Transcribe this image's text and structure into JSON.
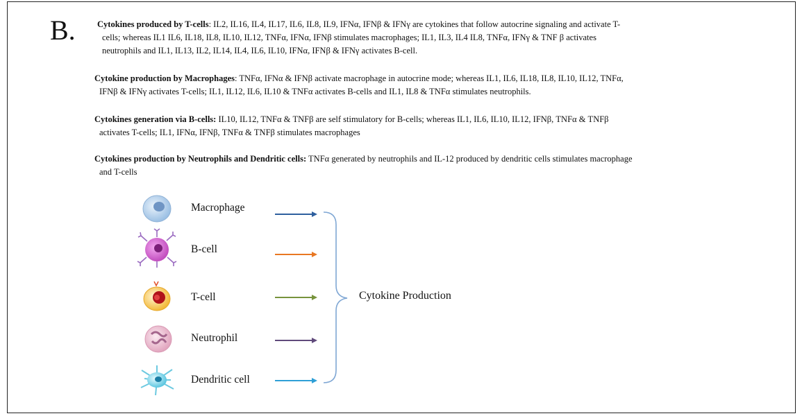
{
  "panel_letter": "B.",
  "sections": [
    {
      "heading": "Cytokines produced  by T-cells",
      "line1": ": IL2, IL16, IL4, IL17, IL6, IL8, IL9, IFNα, IFNβ &  IFNγ are cytokines that follow autocrine signaling and activate T-",
      "line2": "cells; whereas IL1 IL6, IL18, IL8, IL10, IL12, TNFα, IFNα, IFNβ stimulates macrophages; IL1, IL3, IL4 IL8, TNFα, IFNγ & TNF β activates",
      "line3": "neutrophils and IL1, IL13, IL2, IL14, IL4, IL6, IL10, IFNα, IFNβ & IFNγ activates B-cell."
    },
    {
      "heading": "Cytokine production  by Macrophages",
      "line1": ":  TNFα, IFNα & IFNβ activate macrophage in autocrine mode; whereas IL1, IL6, IL18, IL8, IL10, IL12, TNFα,",
      "line2": "IFNβ & IFNγ activates T-cells; IL1, IL12, IL6, IL10 & TNFα activates B-cells and IL1, IL8 & TNFα stimulates neutrophils."
    },
    {
      "heading": "Cytokines generation via B-cells:",
      "line1": " IL10, IL12, TNFα & TNFβ are self stimulatory for B-cells; whereas IL1, IL6, IL10, IL12, IFNβ, TNFα & TNFβ",
      "line2": "activates T-cells; IL1, IFNα, IFNβ, TNFα & TNFβ stimulates macrophages"
    },
    {
      "heading": "Cytokines production  by Neutrophils and Dendritic  cells:",
      "line1": " TNFα generated by neutrophils and IL-12  produced by dendritic cells stimulates macrophage",
      "line2": "and T-cells"
    }
  ],
  "cells": [
    {
      "label": "Macrophage",
      "icon": "macrophage-icon",
      "arrow_color": "#2e5f9e",
      "body_color": "#b8d3ee"
    },
    {
      "label": "B-cell",
      "icon": "b-cell-icon",
      "arrow_color": "#e87722",
      "body_color": "#d25fcf"
    },
    {
      "label": "T-cell",
      "icon": "t-cell-icon",
      "arrow_color": "#77933c",
      "body_color": "#f5c242"
    },
    {
      "label": "Neutrophil",
      "icon": "neutrophil-icon",
      "arrow_color": "#604a7b",
      "body_color": "#e8b4c8"
    },
    {
      "label": "Dendritic  cell",
      "icon": "dendritic-cell-icon",
      "arrow_color": "#2e9fd6",
      "body_color": "#7fd3e8"
    }
  ],
  "output_label": "Cytokine  Production",
  "bracket_color": "#7fa7d4"
}
